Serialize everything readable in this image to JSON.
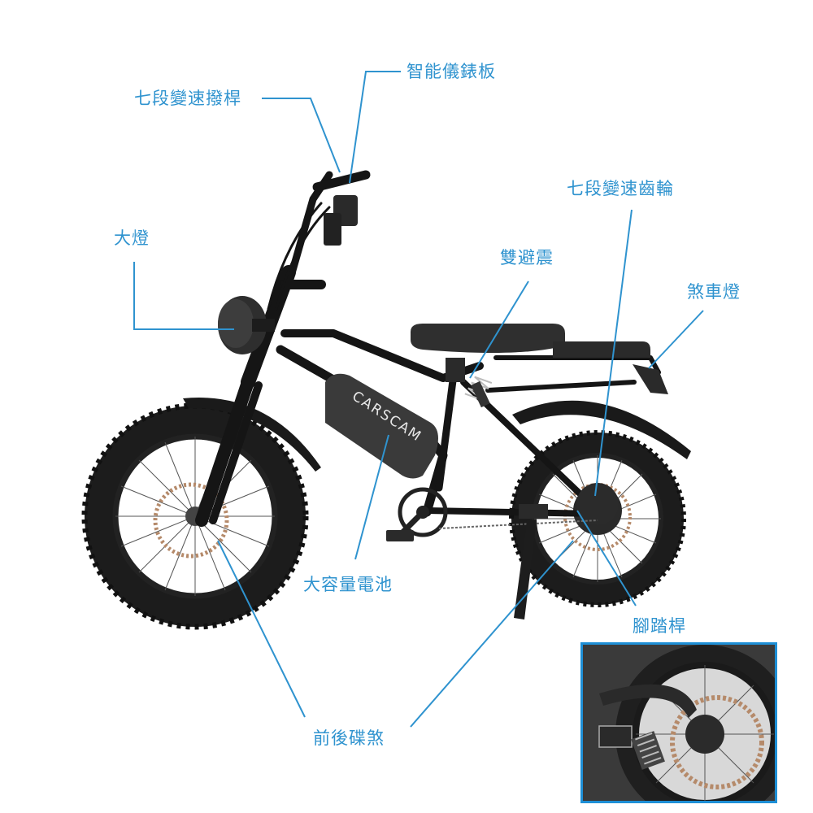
{
  "labels": {
    "dashboard": "智能儀錶板",
    "shifter": "七段變速撥桿",
    "gears": "七段變速齒輪",
    "headlight": "大燈",
    "suspension": "雙避震",
    "brake_light": "煞車燈",
    "battery": "大容量電池",
    "footpeg": "腳踏桿",
    "disc_brakes": "前後碟煞"
  },
  "battery_brand": "CARSCAM",
  "colors": {
    "leader_line": "#2f93cf",
    "label_text": "#2f93cf",
    "inset_border": "#1e8fd6",
    "frame": "#151515",
    "tire": "#1c1c1c",
    "battery": "#3a3a3a"
  }
}
